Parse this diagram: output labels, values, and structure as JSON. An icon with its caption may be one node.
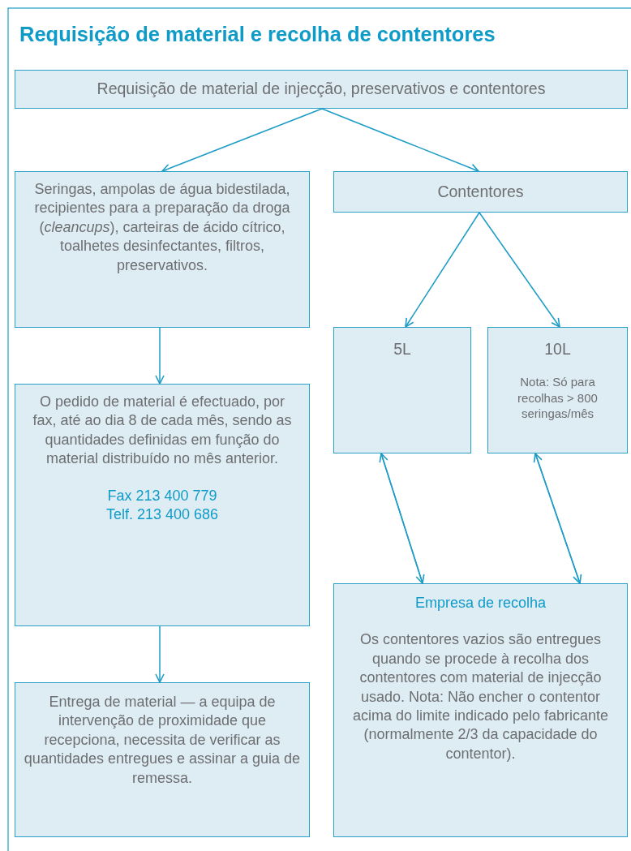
{
  "diagram": {
    "title": "Requisição de material e recolha de contentores",
    "nodes": [
      {
        "text": [
          "Requisição de material de injecção, preservativos e contentores"
        ]
      },
      {
        "text": [
          "Seringas, ampolas de água bidestilada, recipientes para a preparação da droga (*cleancups*), carteiras de ácido cítrico, toalhetes desinfectantes, filtros, preservativos."
        ]
      },
      {
        "text": [
          "Contentores"
        ]
      },
      {
        "text": [
          "5L"
        ]
      },
      {
        "text": [
          "10L",
          "Nota: Só para recolhas > 800 seringas/mês"
        ]
      },
      {
        "text": [
          "O pedido de material é efectuado, por fax, até ao dia 8 de cada mês, sendo as quantidades definidas em função do material distribuído no mês anterior.",
          "Fax 213 400 779",
          "Telf. 213 400 686"
        ]
      },
      {
        "text": [
          "Empresa de recolha",
          "Os contentores vazios são entregues quando se procede à recolha dos contentores com material de injecção usado. Nota: Não encher o contentor acima do limite indicado pelo fabricante (normalmente 2/3 da capacidade do contentor)."
        ]
      },
      {
        "text": [
          "Entrega de material — a equipa de intervenção de proximidade que recepciona, necessita de verificar as quantidades entregues e assinar a guia de remessa."
        ]
      }
    ],
    "edges": [
      {
        "from": 0,
        "to": 1,
        "arrow": "to"
      },
      {
        "from": 0,
        "to": 2,
        "arrow": "to"
      },
      {
        "from": 2,
        "to": 3,
        "arrow": "to"
      },
      {
        "from": 2,
        "to": 4,
        "arrow": "to"
      },
      {
        "from": 1,
        "to": 5,
        "arrow": "to"
      },
      {
        "from": 5,
        "to": 7,
        "arrow": "to"
      },
      {
        "from": 3,
        "to": 6,
        "arrow": "to"
      },
      {
        "from": 6,
        "to": 3,
        "arrow": "to"
      },
      {
        "from": 4,
        "to": 6,
        "arrow": "to"
      },
      {
        "from": 6,
        "to": 4,
        "arrow": "to"
      }
    ]
  }
}
